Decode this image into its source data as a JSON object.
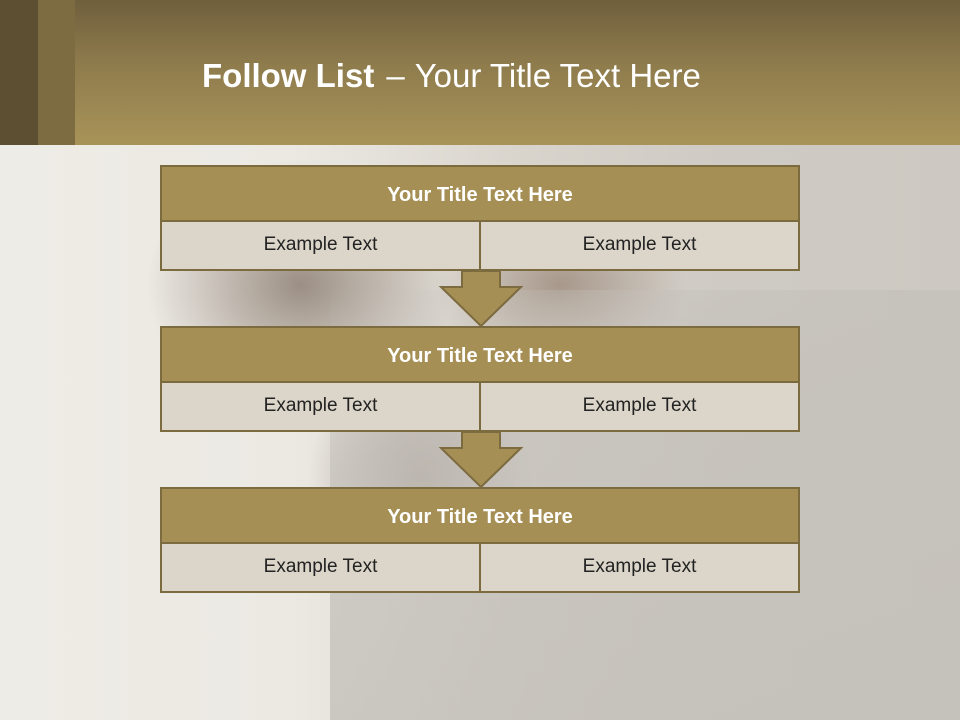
{
  "slide": {
    "title_bold": "Follow List",
    "title_dash": "–",
    "title_rest": "Your Title Text Here"
  },
  "blocks": [
    {
      "title": "Your Title Text Here",
      "cells": [
        "Example Text",
        "Example Text"
      ]
    },
    {
      "title": "Your Title Text Here",
      "cells": [
        "Example Text",
        "Example Text"
      ]
    },
    {
      "title": "Your Title Text Here",
      "cells": [
        "Example Text",
        "Example Text"
      ]
    }
  ],
  "colors": {
    "header": "#a08a55",
    "block_title": "#a68f55",
    "block_cell": "#dcd6ca",
    "border": "#7d6b40"
  },
  "icons": [
    "down-arrow-icon",
    "down-arrow-icon"
  ]
}
